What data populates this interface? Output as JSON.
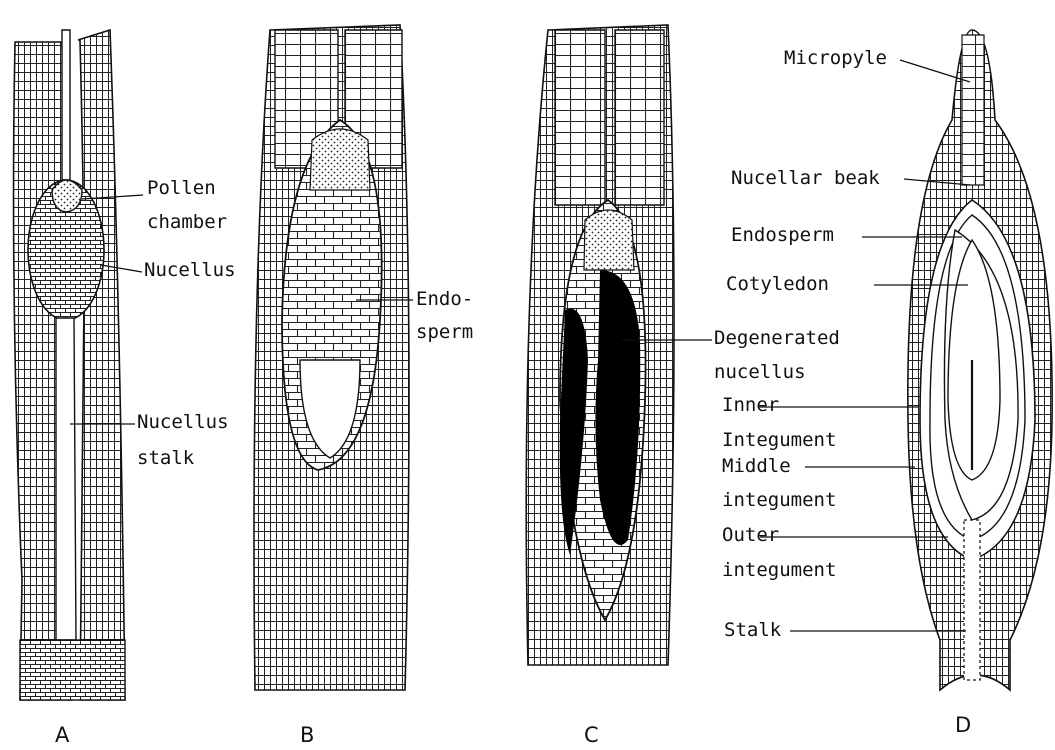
{
  "panels": [
    {
      "letter": "A"
    },
    {
      "letter": "B"
    },
    {
      "letter": "C"
    },
    {
      "letter": "D"
    }
  ],
  "labels": {
    "a_pollen_l1": "Pollen",
    "a_pollen_l2": "chamber",
    "a_nucellus": "Nucellus",
    "a_stalk_l1": "Nucellus",
    "a_stalk_l2": "stalk",
    "b_endo_l1": "Endo-",
    "b_endo_l2": "sperm",
    "c_degen_l1": "Degenerated",
    "c_degen_l2": "nucellus",
    "d_micropyle": "Micropyle",
    "d_beak": "Nucellar beak",
    "d_endosperm": "Endosperm",
    "d_cotyledon": "Cotyledon",
    "d_inner_l1": "Inner",
    "d_inner_l2": "Integument",
    "d_middle_l1": "Middle",
    "d_middle_l2": "integument",
    "d_outer_l1": "Outer",
    "d_outer_l2": "integument",
    "d_stalk": "Stalk"
  }
}
